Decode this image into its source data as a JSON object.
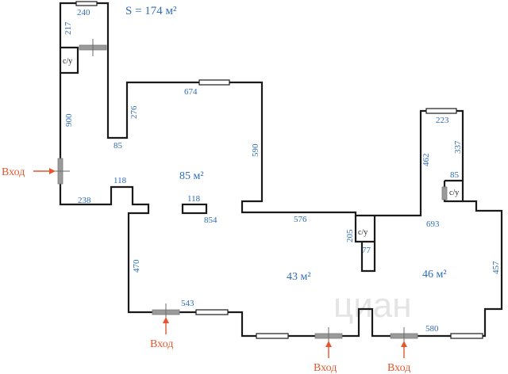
{
  "total_area": "S = 174 м²",
  "rooms": {
    "main": "85 м²",
    "middle": "43 м²",
    "right": "46 м²"
  },
  "wc_label": "с/у",
  "entry_label": "Вход",
  "watermark": "циан",
  "dimensions": {
    "d240": "240",
    "d217": "217",
    "d900": "900",
    "d276": "276",
    "d674": "674",
    "d85a": "85",
    "d590": "590",
    "d118a": "118",
    "d238": "238",
    "d118b": "118",
    "d854": "854",
    "d470": "470",
    "d543": "543",
    "d576": "576",
    "d205": "205",
    "d77": "77",
    "d223": "223",
    "d462": "462",
    "d337": "337",
    "d85b": "85",
    "d693": "693",
    "d457": "457",
    "d580": "580"
  },
  "colors": {
    "dimension_text": "#2f6db5",
    "entry": "#e4572e",
    "wall": "#1a1a1a"
  }
}
